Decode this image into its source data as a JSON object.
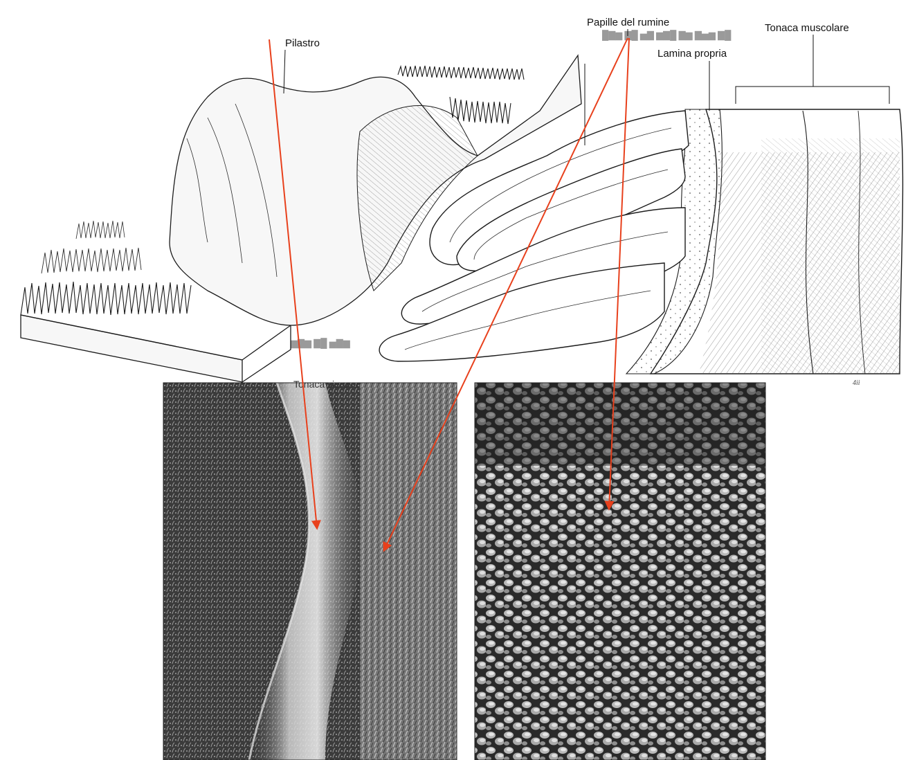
{
  "labels": {
    "pilastro": "Pilastro",
    "papille_del_rumine": "Papille del rumine",
    "lamina_propria": "Lamina propria",
    "tonaca_muscolare": "Tonaca muscolare",
    "tonaca_sierosa_partial": "Tonaca sierosa",
    "signature": "4ii"
  },
  "colors": {
    "arrow": "#e8401c",
    "ink": "#1b1b1b",
    "paper": "#ffffff",
    "photo_dark": "#2b2b2b",
    "photo_light": "#d8d8d8"
  },
  "icons": {
    "pointer_arrowhead": "arrowhead-icon"
  }
}
